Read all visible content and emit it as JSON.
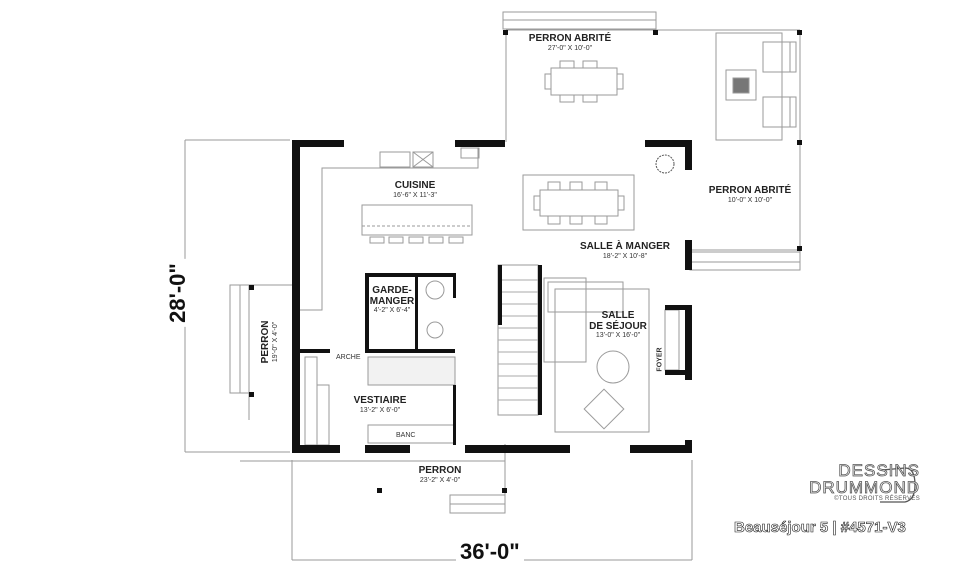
{
  "plan": {
    "overall_width": "36'-0\"",
    "overall_depth": "28'-0\""
  },
  "rooms": [
    {
      "id": "perron-abrite-back",
      "name": "PERRON ABRITÉ",
      "size": "27'-0\" X 10'-0\""
    },
    {
      "id": "perron-abrite-side",
      "name": "PERRON ABRITÉ",
      "size": "10'-0\" X 10'-0\""
    },
    {
      "id": "cuisine",
      "name": "CUISINE",
      "size": "16'-6\" X 11'-3\""
    },
    {
      "id": "salle-a-manger",
      "name": "SALLE À MANGER",
      "size": "18'-2\" X 10'-8\""
    },
    {
      "id": "garde-manger",
      "name": "GARDE-\nMANGER",
      "name_line1": "GARDE-",
      "name_line2": "MANGER",
      "size": "4'-2\" X 6'-4\""
    },
    {
      "id": "salle-de-sejour",
      "name": "SALLE DE SÉJOUR",
      "name_line1": "SALLE",
      "name_line2": "DE SÉJOUR",
      "size": "13'-0\" X 16'-0\""
    },
    {
      "id": "perron-side",
      "name": "PERRON",
      "size": "19'-0\" X 4'-0\""
    },
    {
      "id": "vestiaire",
      "name": "VESTIAIRE",
      "size": "13'-2\" X 6'-0\""
    },
    {
      "id": "perron-front",
      "name": "PERRON",
      "size": "23'-2\" X 4'-0\""
    }
  ],
  "annotations": {
    "arche": "ARCHE",
    "banc": "BANC",
    "foyer": "FOYER"
  },
  "branding": {
    "line1": "DESSINS",
    "line2": "DRUMMOND",
    "copyright": "©TOUS DROITS RÉSERVÉS",
    "plan_title": "Beauséjour 5 | #4571-V3"
  },
  "colors": {
    "wall": "#111111",
    "line": "#999999",
    "background": "#ffffff"
  }
}
